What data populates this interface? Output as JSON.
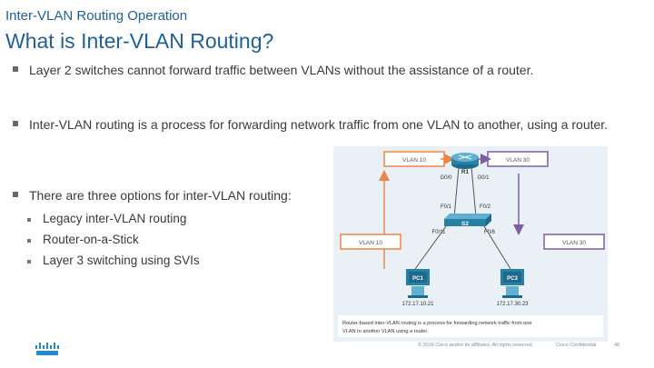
{
  "header": {
    "subtitle": "Inter-VLAN Routing Operation",
    "title": "What is Inter-VLAN Routing?"
  },
  "bullets": [
    "Layer 2 switches cannot forward traffic between VLANs without the assistance of a router.",
    "Inter-VLAN routing is a process for forwarding network traffic from one VLAN to another, using a router.",
    "There are three options for inter-VLAN routing:"
  ],
  "options": [
    "Legacy inter-VLAN routing",
    "Router-on-a-Stick",
    "Layer 3 switching using SVIs"
  ],
  "diagram": {
    "vlan_top_left": "VLAN 10",
    "vlan_top_right": "VLAN 30",
    "vlan_mid_left": "VLAN 10",
    "vlan_mid_right": "VLAN 30",
    "router": "R1",
    "router_if_left": "G0/0",
    "router_if_right": "G0/1",
    "switch": "S2",
    "switch_if_top_left": "F0/1",
    "switch_if_top_right": "F0/2",
    "switch_if_bottom_left": "F0/11",
    "switch_if_bottom_right": "F0/6",
    "pc1_label": "PC1",
    "pc1_ip": "172.17.10.21",
    "pc3_label": "PC3",
    "pc3_ip": "172.17.30.23",
    "caption_line1": "Router-based inter-VLAN routing is a process for forwarding network traffic from one",
    "caption_line2": "VLAN to another VLAN using a router."
  },
  "footer": {
    "copyright": "© 2016 Cisco and/or its affiliates. All rights reserved.",
    "classification": "Cisco Confidential",
    "page": "48"
  },
  "colors": {
    "title_blue": "#1f5f9b",
    "vlan10_orange": "#e8874a",
    "vlan30_purple": "#7c5fa3",
    "diagram_bg": "#e9f1f7"
  }
}
